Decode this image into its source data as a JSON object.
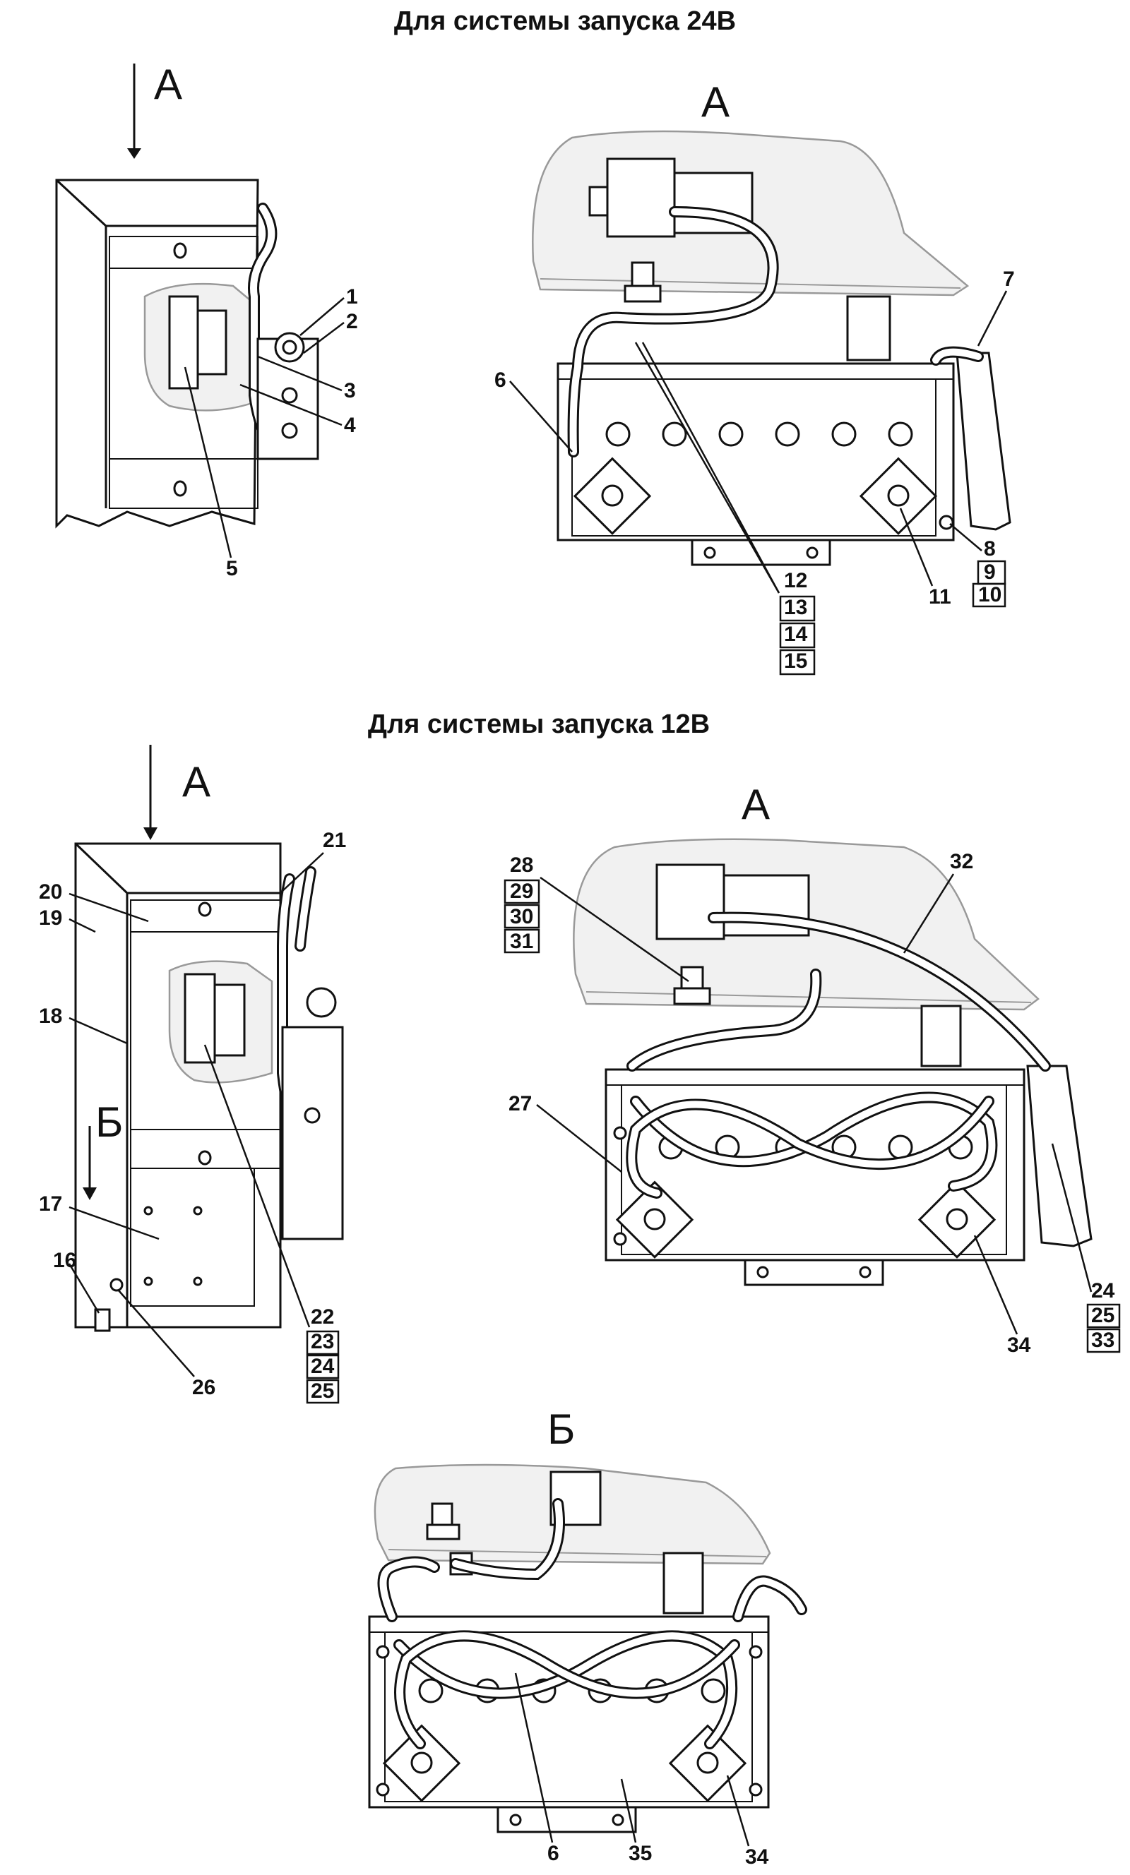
{
  "titles": {
    "system_24v": "Для системы запуска 24В",
    "system_12v": "Для системы запуска 12В"
  },
  "views": {
    "a": "А",
    "b": "Б"
  },
  "callouts": {
    "c1": "1",
    "c2": "2",
    "c3": "3",
    "c4": "4",
    "c5": "5",
    "c6": "6",
    "c7": "7",
    "c8": "8",
    "c9": "9",
    "c10": "10",
    "c11": "11",
    "c12": "12",
    "c13": "13",
    "c14": "14",
    "c15": "15",
    "c16": "16",
    "c17": "17",
    "c18": "18",
    "c19": "19",
    "c20": "20",
    "c21": "21",
    "c22": "22",
    "c23": "23",
    "c24": "24",
    "c25": "25",
    "c26": "26",
    "c27": "27",
    "c28": "28",
    "c29": "29",
    "c30": "30",
    "c31": "31",
    "c32": "32",
    "c33": "33",
    "c34": "34",
    "c35": "35"
  }
}
